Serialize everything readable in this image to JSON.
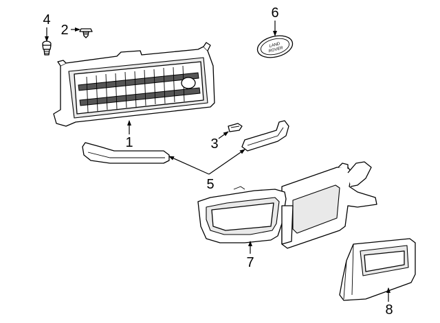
{
  "callouts": [
    {
      "id": "1",
      "part": "grille"
    },
    {
      "id": "2",
      "part": "screw"
    },
    {
      "id": "3",
      "part": "clip"
    },
    {
      "id": "4",
      "part": "bolt"
    },
    {
      "id": "5",
      "part": "trim-moulding"
    },
    {
      "id": "6",
      "part": "emblem"
    },
    {
      "id": "7",
      "part": "headlamp-surround"
    },
    {
      "id": "8",
      "part": "lamp-bezel"
    }
  ],
  "emblem": {
    "line1": "LAND",
    "line2": "ROVER"
  }
}
